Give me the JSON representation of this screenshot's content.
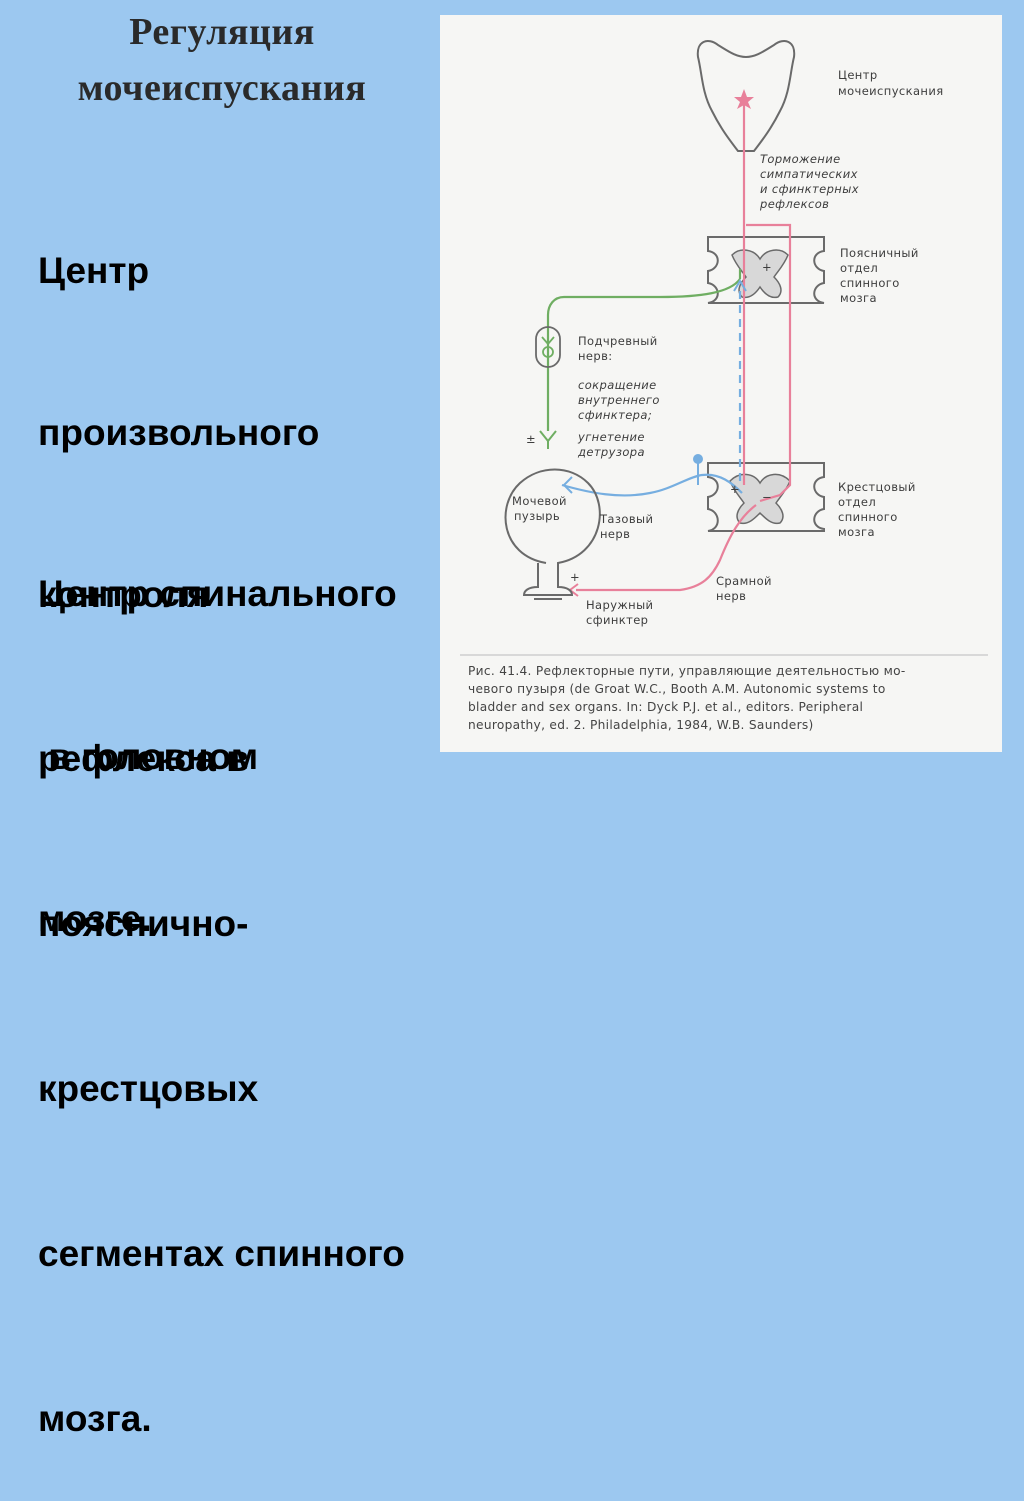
{
  "title": {
    "line1": "Регуляция",
    "line2": "мочеиспускания"
  },
  "left_text": {
    "block1": [
      "Центр",
      "произвольного",
      "контроля",
      " в головном",
      "мозге."
    ],
    "block2": [
      "Центр спинального",
      "рефлекса в",
      "пояснично-",
      "крестцовых",
      "сегментах спинного",
      "мозга."
    ]
  },
  "figure": {
    "labels": {
      "center": [
        "Центр",
        "мочеиспускания"
      ],
      "inhibition": [
        "Торможение",
        "симпатических",
        "и сфинктерных",
        "рефлексов"
      ],
      "lumbar": [
        "Поясничный",
        "отдел",
        "спинного",
        "мозга"
      ],
      "hypogastric": [
        "Подчревный",
        "нерв:"
      ],
      "hypogastric_effects": [
        "сокращение",
        "внутреннего",
        "сфинктера;",
        "угнетение",
        "детрузора"
      ],
      "sacral": [
        "Крестцовый",
        "отдел",
        "спинного",
        "мозга"
      ],
      "bladder": [
        "Мочевой",
        "пузырь"
      ],
      "pelvic": [
        "Тазовый",
        "нерв"
      ],
      "pudendal": [
        "Срамной",
        "нерв"
      ],
      "external_sphincter": [
        "Наружный",
        "сфинктер"
      ],
      "sign_plus": "+",
      "sign_minus": "−",
      "sign_pm": "±"
    },
    "caption": [
      "Рис. 41.4. Рефлекторные пути, управляющие деятельностью мо-",
      "чевого пузыря (de Groat W.C., Booth A.M. Autonomic systems to",
      "bladder and sex organs. In: Dyck P.J. et al., editors. Peripheral",
      "neuropathy, ed. 2. Philadelphia, 1984, W.B. Saunders)"
    ],
    "colors": {
      "green": "#6fae62",
      "blue": "#76aee0",
      "pink": "#e8809a",
      "outline": "#6a6a6a",
      "gray_matter": "#d8d8d8"
    }
  }
}
